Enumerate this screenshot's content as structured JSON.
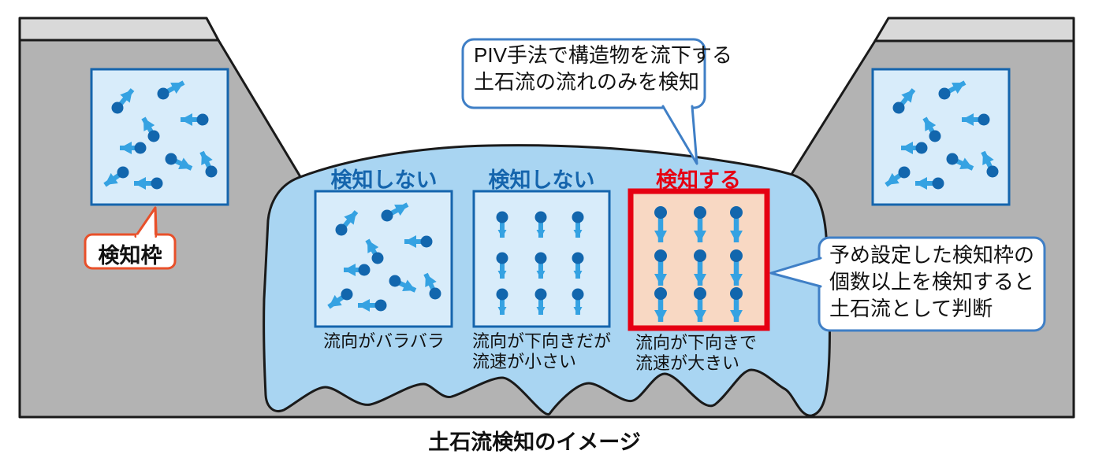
{
  "diagram": {
    "title": "土石流検知のイメージ",
    "frame_label": "検知枠",
    "piv_callout": {
      "line1": "PIV手法で構造物を流下する",
      "line2": "土石流の流れのみを検知"
    },
    "threshold_callout": {
      "line1": "予め設定した検知枠の",
      "line2": "個数以上を検知すると",
      "line3": "土石流として判断"
    },
    "panels": [
      {
        "verdict": "検知しない",
        "caption1": "流向がバラバラ",
        "caption2": ""
      },
      {
        "verdict": "検知しない",
        "caption1": "流向が下向きだが",
        "caption2": "流速が小さい"
      },
      {
        "verdict": "検知する",
        "caption1": "流向が下向きで",
        "caption2": "流速が大きい"
      }
    ],
    "colors": {
      "terrain": "#b3b3b3",
      "terrain_top": "#d9d9d9",
      "outline": "#1a1a1a",
      "flow": "#a9d5f2",
      "frame_fill": "#d8ecfa",
      "frame_border": "#1565ad",
      "detect_red": "#e60012",
      "detect_fill": "#f8d8c3",
      "dot": "#1266ad",
      "arrow": "#35a2e2",
      "bubble_border": "#3f7fc6",
      "frame_callout_border": "#e8502a"
    }
  }
}
